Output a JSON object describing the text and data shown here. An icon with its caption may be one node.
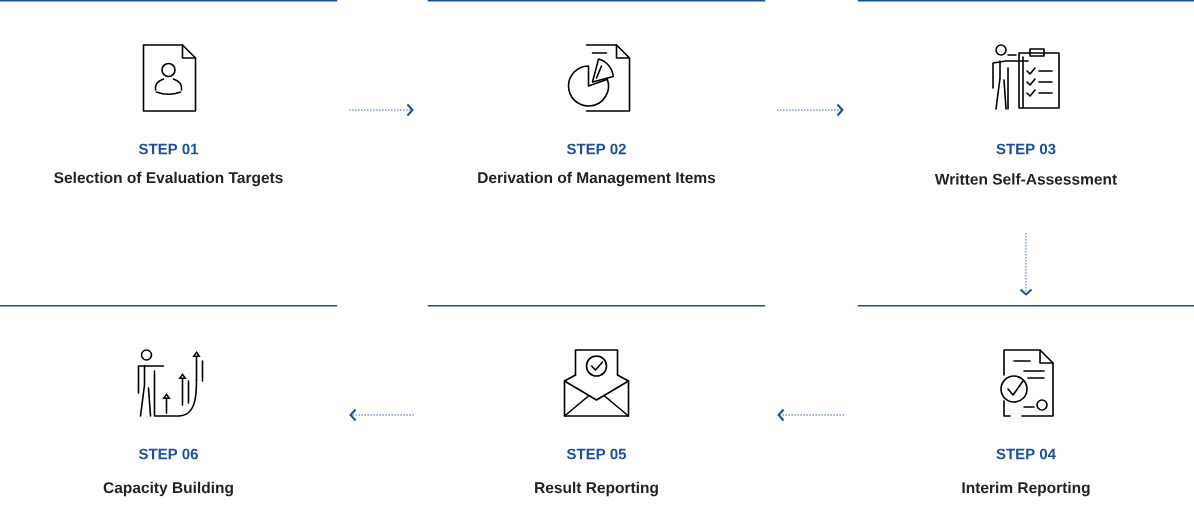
{
  "diagram": {
    "nodes": [
      {
        "text": [
          "STEP 01",
          "Selection of Evaluation Targets"
        ]
      },
      {
        "text": [
          "STEP 02",
          "Derivation of Management Items"
        ]
      },
      {
        "text": [
          "STEP 03",
          "Written Self-Assessment"
        ]
      },
      {
        "text": [
          "STEP 04",
          "Interim Reporting"
        ]
      },
      {
        "text": [
          "STEP 05",
          "Result Reporting"
        ]
      },
      {
        "text": [
          "STEP 06",
          "Capacity Building"
        ]
      }
    ],
    "edges": [
      {
        "from": 0,
        "to": 1,
        "arrow": "to"
      },
      {
        "from": 1,
        "to": 2,
        "arrow": "to"
      },
      {
        "from": 2,
        "to": 3,
        "arrow": "to"
      },
      {
        "from": 3,
        "to": 4,
        "arrow": "to"
      },
      {
        "from": 4,
        "to": 5,
        "arrow": "to"
      }
    ]
  }
}
